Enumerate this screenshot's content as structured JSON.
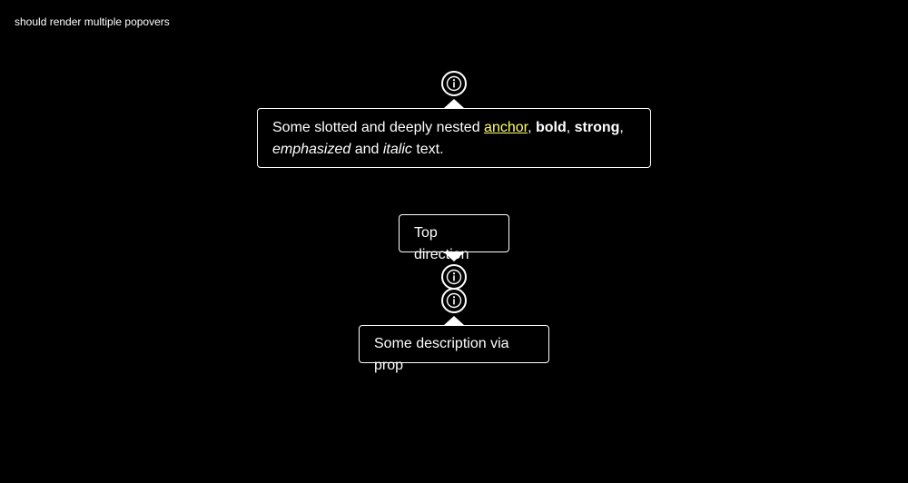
{
  "header": {
    "test_title": "should render multiple popovers"
  },
  "icons": {
    "info": "info-circle-icon"
  },
  "colors": {
    "background": "#000000",
    "foreground": "#ffffff",
    "link": "#ffff66"
  },
  "popover_1": {
    "text_a": "Some slotted and deeply nested ",
    "anchor": "anchor",
    "sep_1": ", ",
    "bold": "bold",
    "sep_2": ", ",
    "strong": "strong",
    "sep_3": ",",
    "emphasized": "emphasized",
    "text_and": " and ",
    "italic": "italic",
    "text_end": " text."
  },
  "popover_2": {
    "text": "Top direction"
  },
  "popover_3": {
    "text": "Some description via prop"
  }
}
